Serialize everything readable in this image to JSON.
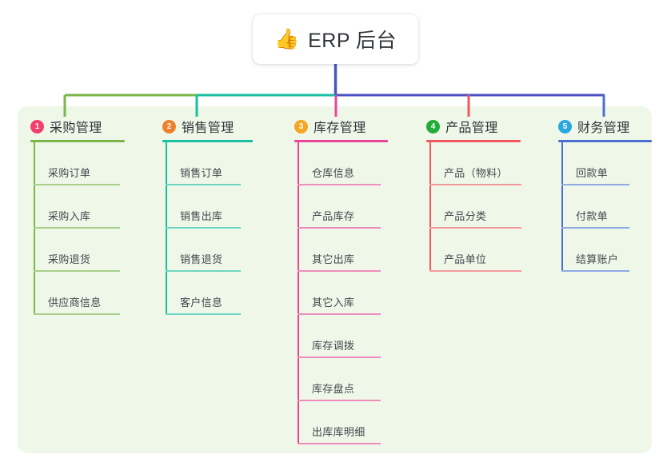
{
  "diagram": {
    "type": "mindmap-tree",
    "background_color": "#ffffff",
    "panel_color": "#eff7e9",
    "root": {
      "icon": "thumbs-up-icon",
      "icon_glyph": "👍",
      "title": "ERP 后台"
    },
    "connector_colors": {
      "segment_1": "#7ab648",
      "segment_2": "#18bfa0",
      "segment_3": "#4a52c4"
    },
    "branches": [
      {
        "index": "1",
        "title": "采购管理",
        "badge_color": "#f2406a",
        "line_color": "#7ab648",
        "leaf_rule_color": "#a8d08a",
        "items": [
          "采购订单",
          "采购入库",
          "采购退货",
          "供应商信息"
        ]
      },
      {
        "index": "2",
        "title": "销售管理",
        "badge_color": "#f0802a",
        "line_color": "#18bfa0",
        "leaf_rule_color": "#6fd6c4",
        "items": [
          "销售订单",
          "销售出库",
          "销售退货",
          "客户信息"
        ]
      },
      {
        "index": "3",
        "title": "库存管理",
        "badge_color": "#f5a623",
        "line_color": "#e8449a",
        "leaf_rule_color": "#ef8cbe",
        "items": [
          "仓库信息",
          "产品库存",
          "其它出库",
          "其它入库",
          "库存调拨",
          "库存盘点",
          "出库库明细"
        ]
      },
      {
        "index": "4",
        "title": "产品管理",
        "badge_color": "#22ac38",
        "line_color": "#f0575e",
        "leaf_rule_color": "#f49a9c",
        "items": [
          "产品（物料）",
          "产品分类",
          "产品单位"
        ]
      },
      {
        "index": "5",
        "title": "财务管理",
        "badge_color": "#29a8e0",
        "line_color": "#4a6fd0",
        "leaf_rule_color": "#90a9e4",
        "items": [
          "回款单",
          "付款单",
          "结算账户"
        ]
      }
    ]
  }
}
